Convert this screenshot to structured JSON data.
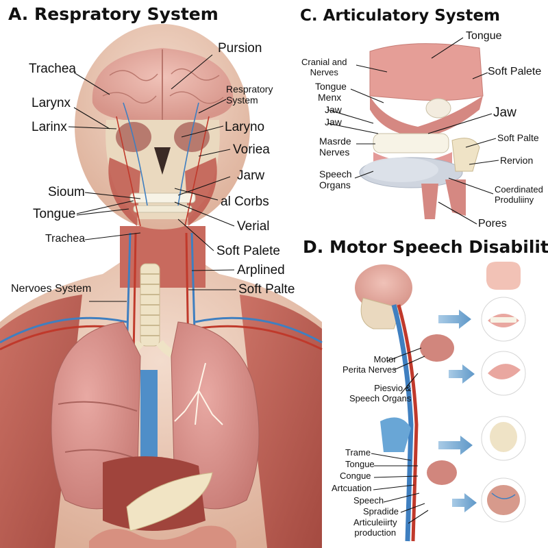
{
  "panels": {
    "a": {
      "title": "A. Respratory System",
      "labels": {
        "pursion": "Pursion",
        "trachea_top": "Trachea",
        "respratory_system": "Respratory\nSystem",
        "larynx": "Larynx",
        "larinx": "Larinx",
        "laryno": "Laryno",
        "voriea": "Voriea",
        "jarw": "Jarw",
        "sioum": "Sioum",
        "al_corbs": "al Corbs",
        "tongue": "Tongue",
        "verial": "Verial",
        "trachea_low": "Trachea",
        "soft_palete": "Soft Palete",
        "arplined": "Arplined",
        "nervoes_system": "Nervoes System",
        "soft_palte": "Soft Palte"
      }
    },
    "c": {
      "title": "C. Articulatory System",
      "labels": {
        "tongue_top": "Tongue",
        "cranial_nerves": "Cranial and\nNerves",
        "soft_palete": "Soft Palete",
        "tongue": "Tongue",
        "menx": "Menx",
        "jaw_a": "Jaw",
        "jaw_b": "Jaw",
        "jaw_big": "Jaw",
        "masrde_nerves": "Masrde\nNerves",
        "soft_palte": "Soft Palte",
        "speech_organs": "Speech\nOrgans",
        "rervion": "Rervion",
        "coordinated": "Coerdinated\nProduliiny",
        "pores": "Pores"
      }
    },
    "d": {
      "title": "D. Motor Speech Disability",
      "labels": {
        "motor_nerves": "Motor\nPerita Nerves",
        "piesvio": "Piesvio &\nSpeech Organs",
        "trame": "Trame",
        "tongue": "Tongue",
        "congue": "Congue",
        "artcuation": "Artcuation",
        "speech": "Speech",
        "spradide": "Spradide",
        "articuleirty": "Articuleiirty\nproduction"
      }
    }
  },
  "colors": {
    "skin": "#e9c6b0",
    "muscle": "#b8554c",
    "lung": "#d98e88",
    "artery": "#c0392b",
    "vein": "#3f7fc0",
    "bone": "#efe6cf",
    "arrow": "#7fb0d8",
    "gum": "#e39a98"
  }
}
